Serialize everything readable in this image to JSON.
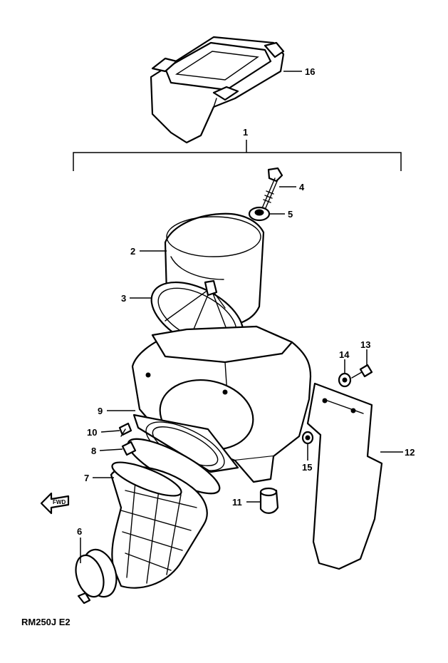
{
  "diagram": {
    "model_code": "RM250J E2",
    "fwd_label": "FWD",
    "callouts": {
      "c1": "1",
      "c2": "2",
      "c3": "3",
      "c4": "4",
      "c5": "5",
      "c6": "6",
      "c7": "7",
      "c8": "8",
      "c9": "9",
      "c10": "10",
      "c11": "11",
      "c12": "12",
      "c13": "13",
      "c14": "14",
      "c15": "15",
      "c16": "16"
    }
  }
}
